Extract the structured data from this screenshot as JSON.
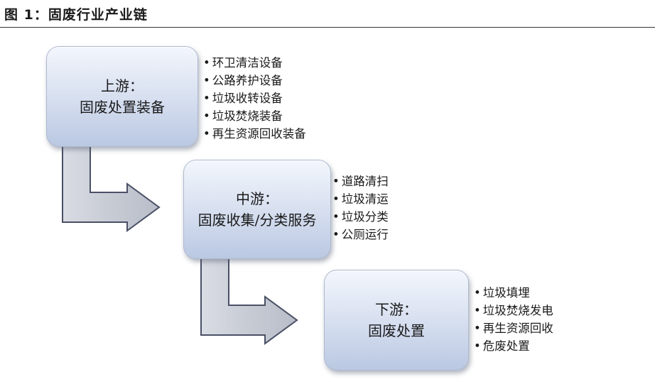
{
  "figure": {
    "title": "图 1：固废行业产业链"
  },
  "stages": [
    {
      "name": "上游：",
      "description": "固废处置装备",
      "items": [
        "环卫清洁设备",
        "公路养护设备",
        "垃圾收转设备",
        "垃圾焚烧装备",
        "再生资源回收装备"
      ]
    },
    {
      "name": "中游：",
      "description": "固废收集/分类服务",
      "items": [
        "道路清扫",
        "垃圾清运",
        "垃圾分类",
        "公厕运行"
      ]
    },
    {
      "name": "下游：",
      "description": "固废处置",
      "items": [
        "垃圾填埋",
        "垃圾焚烧发电",
        "再生资源回收",
        "危废处置"
      ]
    }
  ]
}
